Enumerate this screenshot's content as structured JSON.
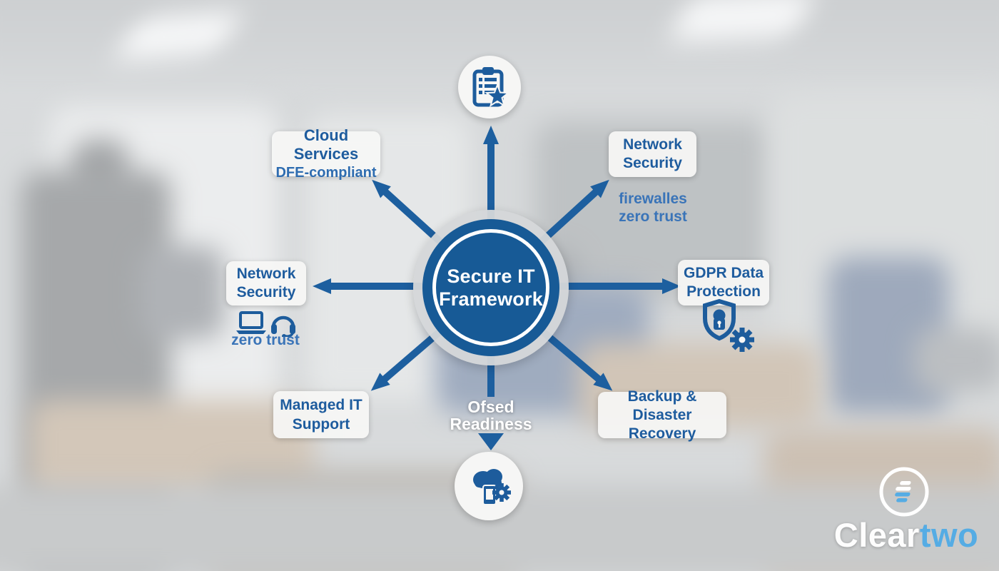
{
  "diagram": {
    "center": {
      "line1": "Secure IT",
      "line2": "Framework"
    },
    "nodes": {
      "cloud_services": {
        "title": "Cloud Services",
        "subtitle": "DFE-compliant"
      },
      "network_security_right": {
        "title_line1": "Network",
        "title_line2": "Security",
        "sub_line1": "firewalles",
        "sub_line2": "zero trust"
      },
      "gdpr": {
        "title_line1": "GDPR Data",
        "title_line2": "Protection",
        "icons": [
          "shield-lock-icon",
          "gear-icon"
        ]
      },
      "backup": {
        "title_line1": "Backup &",
        "title_line2": "Disaster Recovery"
      },
      "ofsted": {
        "line1": "Ofsed",
        "line2": "Readiness",
        "icon": "cloud-device-gear-icon"
      },
      "managed_it": {
        "title_line1": "Managed IT",
        "title_line2": "Support"
      },
      "network_security_left": {
        "title_line1": "Network",
        "title_line2": "Security",
        "sub": "zero trust",
        "icons": [
          "laptop-icon",
          "headset-icon"
        ]
      },
      "compliance_top": {
        "icon": "clipboard-checklist-star-icon"
      }
    },
    "colors": {
      "hub_blue": "#175a96",
      "arrow_blue": "#1d5f9f",
      "title_blue": "#1e5c9e",
      "sub_label_blue": "#3a74b8",
      "box_background": "#f6f6f5",
      "logo_light_blue": "#55ace4"
    }
  },
  "logo": {
    "text_primary": "Clear",
    "text_secondary": "two",
    "icon": "cleartwo-mark-icon"
  }
}
